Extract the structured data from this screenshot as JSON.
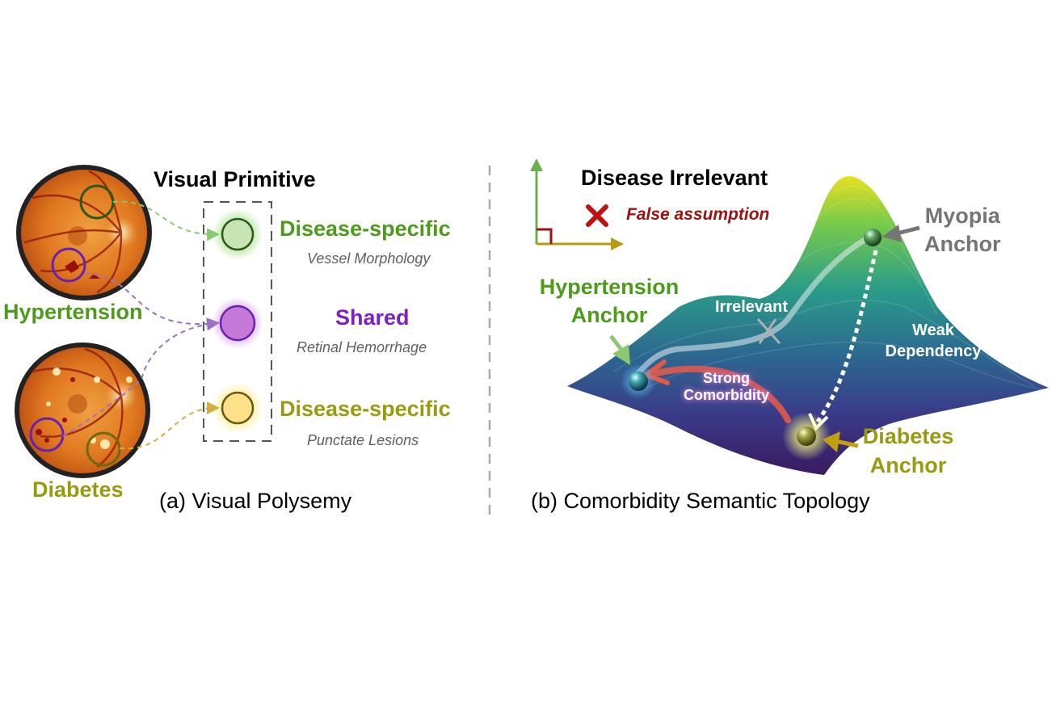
{
  "panel_a": {
    "eyes": [
      {
        "label": "Hypertension",
        "color": "#4d9a1c"
      },
      {
        "label": "Diabetes",
        "color": "#9a9a10"
      }
    ],
    "box_title": "Visual Primitive",
    "primitives": [
      {
        "title": "Disease-specific",
        "subtitle": "Vessel Morphology",
        "color": "#4d9a1c",
        "fill": "#c8e4b4"
      },
      {
        "title": "Shared",
        "subtitle": "Retinal Hemorrhage",
        "color": "#7a20c8",
        "fill": "#c67ad8"
      },
      {
        "title": "Disease-specific",
        "subtitle": "Punctate Lesions",
        "color": "#9a9a10",
        "fill": "#ffe08a"
      }
    ],
    "caption": "(a) Visual Polysemy"
  },
  "panel_b": {
    "legend": {
      "title": "Disease Irrelevant",
      "false_label": "False assumption",
      "false_color": "#a01010"
    },
    "anchors": [
      {
        "line1": "Myopia",
        "line2": "Anchor",
        "color": "#757575"
      },
      {
        "line1": "Hypertension",
        "line2": "Anchor",
        "color": "#4d9a1c"
      },
      {
        "line1": "Diabetes",
        "line2": "Anchor",
        "color": "#9a9a10"
      }
    ],
    "relations": {
      "irrelevant": "Irrelevant",
      "weak_line1": "Weak",
      "weak_line2": "Dependency",
      "strong_line1": "Strong",
      "strong_line2": "Comorbidity"
    },
    "caption": "(b) Comorbidity Semantic Topology"
  }
}
